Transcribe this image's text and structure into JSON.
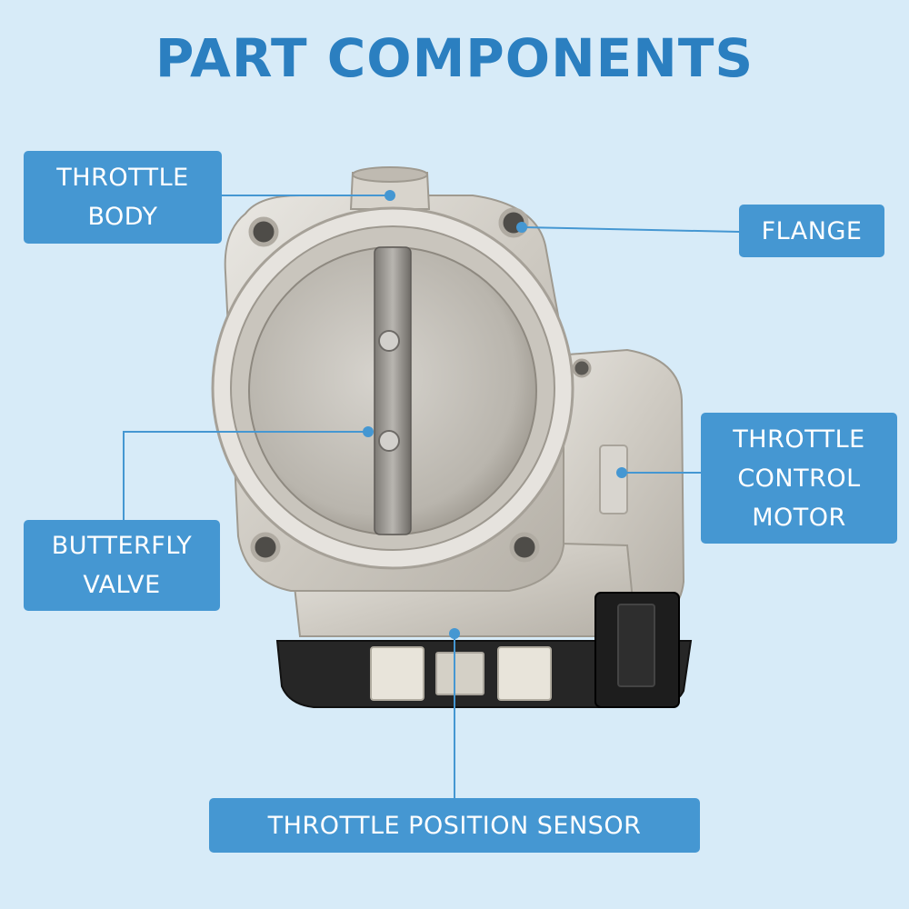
{
  "title": "PART COMPONENTS",
  "labels": {
    "throttle_body": "THROTTLE\nBODY",
    "flange": "FLANGE",
    "throttle_control_motor": "THROTTLE\nCONTROL\nMOTOR",
    "butterfly_valve": "BUTTERFLY\nVALVE",
    "throttle_position_sensor": "THROTTLE POSITION SENSOR"
  },
  "colors": {
    "background": "#d7ebf8",
    "title": "#2b7fc0",
    "label_fill": "#4597d2",
    "label_text": "#ffffff",
    "leader_line": "#4597d2"
  }
}
